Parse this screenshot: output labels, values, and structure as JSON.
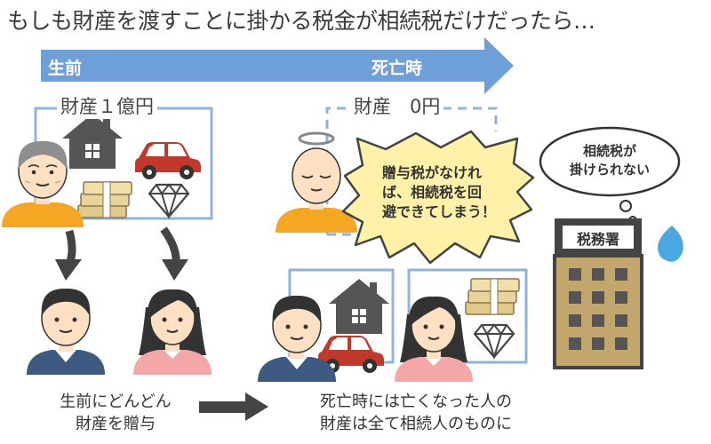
{
  "title": "もしも財産を渡すことに掛かる税金が相続税だけだったら…",
  "timeline": {
    "start_label": "生前",
    "end_label": "死亡時"
  },
  "left_panel": {
    "asset_label": "財産１億円"
  },
  "right_panel": {
    "asset_label": "財産　0円"
  },
  "speech_burst": {
    "lines": [
      "贈与税がなけれ",
      "ば、相続税を回",
      "避できてしまう！"
    ]
  },
  "thought_bubble": {
    "lines": [
      "相続税が",
      "掛けられない"
    ]
  },
  "tax_office": {
    "sign": "税務署"
  },
  "captions": {
    "left": [
      "生前にどんどん",
      "財産を贈与"
    ],
    "right": [
      "死亡時には亡くなった人の",
      "財産は全て相続人のものに"
    ]
  },
  "colors": {
    "timeline_arrow": "#6f9fd8",
    "panel_border": "#8fb3de",
    "skin": "#ffe0c2",
    "hair": "#333333",
    "shirt_yellow": "#f5a623",
    "shirt_blue": "#3d5a80",
    "shirt_pink": "#f4a7a7",
    "car_red": "#c0392b",
    "house_gray": "#555555",
    "money_tan": "#e0c98b",
    "burst_yellow": "#fff2a8",
    "building_brown": "#c3a66c",
    "sweat_blue": "#4aa8e0"
  },
  "icons": [
    "house-icon",
    "car-icon",
    "money-stack-icon",
    "diamond-icon",
    "halo-icon",
    "sweat-drop-icon",
    "down-arrow-icon",
    "right-arrow-icon"
  ]
}
